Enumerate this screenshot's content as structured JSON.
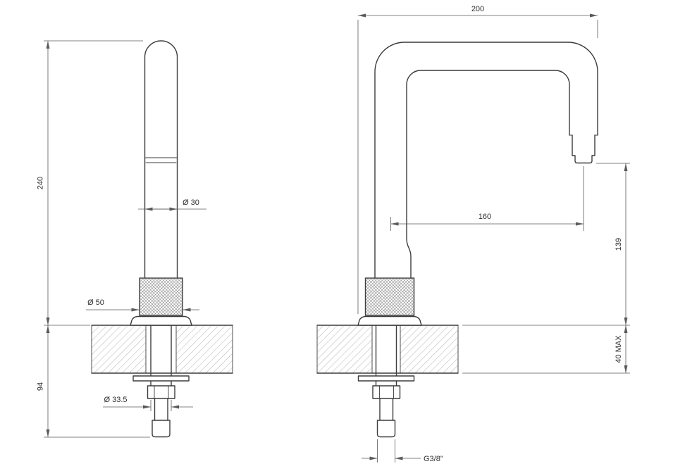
{
  "drawing": {
    "title": "Faucet installation dimensions",
    "colors": {
      "line": "#3c3c3c",
      "dimension_line": "#5a5a5a",
      "hatch": "#b2b2b2",
      "knurl": "#7d7d7d",
      "background": "#ffffff"
    },
    "front_view": {
      "height_label": "240",
      "spout_diameter_label": "Ø 30",
      "base_diameter_label": "Ø 50",
      "below_counter_label": "94",
      "shank_diameter_label": "Ø 33.5"
    },
    "side_view": {
      "depth_label": "200",
      "reach_label": "160",
      "outlet_height_label": "139",
      "max_counter_label": "40 MAX",
      "thread_label": "G3/8\""
    }
  }
}
